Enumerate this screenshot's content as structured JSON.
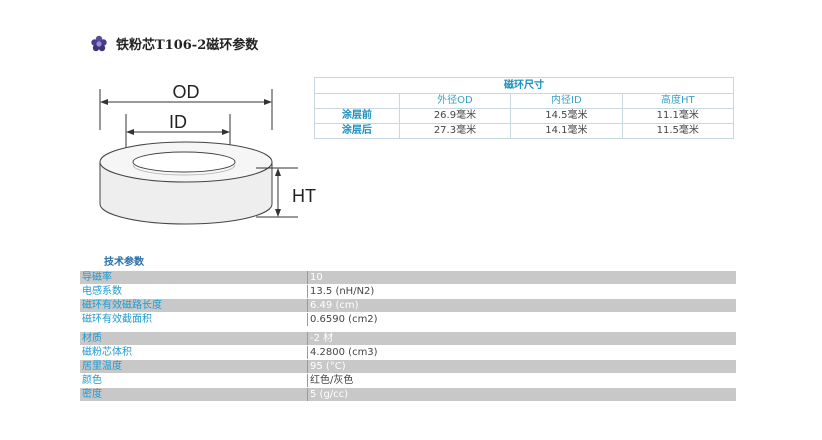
{
  "header": {
    "icon": "flower-icon",
    "title": "铁粉芯T106-2磁环参数"
  },
  "diagram": {
    "od": "OD",
    "id": "ID",
    "ht": "HT"
  },
  "dimensions": {
    "caption": "磁环尺寸",
    "columns": [
      "外径OD",
      "内径ID",
      "高度HT"
    ],
    "rows": [
      {
        "label": "涂层前",
        "values": [
          "26.9毫米",
          "14.5毫米",
          "11.1毫米"
        ]
      },
      {
        "label": "涂层后",
        "values": [
          "27.3毫米",
          "14.1毫米",
          "11.5毫米"
        ]
      }
    ]
  },
  "tech": {
    "title": "技术参数",
    "rows": [
      {
        "label": "导磁率",
        "value": "10"
      },
      {
        "label": "电感系数",
        "value": "13.5 (nH/N2)"
      },
      {
        "label": "磁环有效磁路长度",
        "value": "6.49 (cm)"
      },
      {
        "label": "磁环有效截面积",
        "value": "0.6590 (cm2)"
      },
      {
        "label": "材质",
        "value": "-2 材"
      },
      {
        "label": "磁粉芯体积",
        "value": "4.2800 (cm3)"
      },
      {
        "label": "居里温度",
        "value": "95 (°C)"
      },
      {
        "label": "颜色",
        "value": "红色/灰色"
      },
      {
        "label": "密度",
        "value": "5 (g/cc)"
      }
    ]
  },
  "colors": {
    "accent": "#1a8fbf",
    "row_gray": "#c8c8c8",
    "title_blue": "#2a6fa8"
  }
}
